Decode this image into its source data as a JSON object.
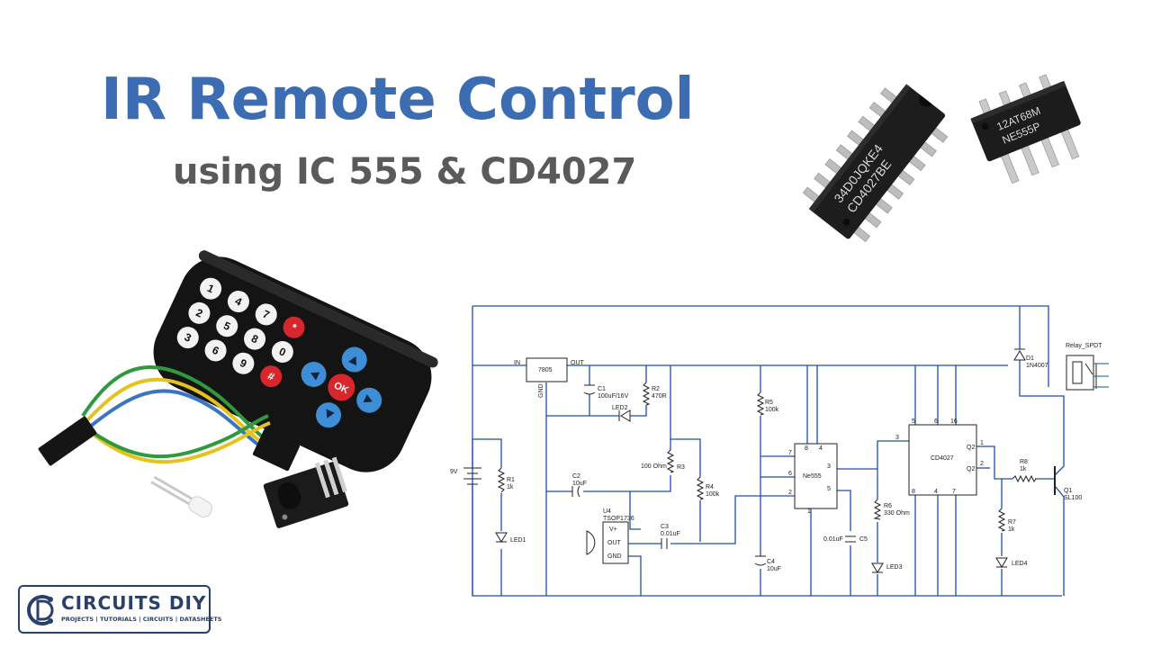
{
  "header": {
    "title": "IR Remote Control",
    "subtitle": "using IC 555 & CD4027"
  },
  "chips": {
    "cd4027_marking_1": "34D0JQKE4",
    "cd4027_marking_2": "CD4027BE",
    "ne555_marking_1": "12AT68M",
    "ne555_marking_2": "NE555P"
  },
  "remote": {
    "keys": [
      "1",
      "2",
      "3",
      "4",
      "5",
      "6",
      "7",
      "8",
      "9",
      "*",
      "0",
      "#"
    ],
    "ok_label": "OK"
  },
  "schematic": {
    "regulator": {
      "name": "7805",
      "in": "IN",
      "out": "OUT",
      "gnd": "GND"
    },
    "battery": "9V",
    "c1": {
      "name": "C1",
      "value": "100uF/16V"
    },
    "r2": {
      "name": "R2",
      "value": "470R"
    },
    "led2": "LED2",
    "r1": {
      "name": "R1",
      "value": "1k"
    },
    "led1": "LED1",
    "c2": {
      "name": "C2",
      "value": "10uF"
    },
    "r3": {
      "name": "R3",
      "value": "100 Ohm"
    },
    "r4": {
      "name": "R4",
      "value": "100k"
    },
    "u4": {
      "name": "U4",
      "part": "TSOP1736",
      "vplus": "V+",
      "out": "OUT",
      "gnd": "GND"
    },
    "c3": {
      "name": "C3",
      "value": "0.01uF"
    },
    "r5": {
      "name": "R5",
      "value": "100k"
    },
    "c4": {
      "name": "C4",
      "value": "10uF"
    },
    "ne555": {
      "name": "Ne555",
      "p7": "7",
      "p6": "6",
      "p2": "2",
      "p8": "8",
      "p4": "4",
      "p3": "3",
      "p5": "5",
      "p1": "1"
    },
    "c5": {
      "name": "C5",
      "value": "0.01uF"
    },
    "r6": {
      "name": "R6",
      "value": "330 Ohm"
    },
    "led3": "LED3",
    "cd4027": {
      "name": "CD4027",
      "p3": "3",
      "p5": "5",
      "p6": "6",
      "p16": "16",
      "p8": "8",
      "p4": "4",
      "p7": "7",
      "p1": "1",
      "p2": "2",
      "q2": "Q2",
      "q2b": "Q2"
    },
    "d1": {
      "name": "D1",
      "value": "1N4007"
    },
    "relay": "Relay_SPDT",
    "r8": {
      "name": "R8",
      "value": "1k"
    },
    "q1": {
      "name": "Q1",
      "value": "SL100"
    },
    "r7": {
      "name": "R7",
      "value": "1k"
    },
    "led4": "LED4"
  },
  "logo": {
    "name": "CIRCUITS DIY",
    "tagline": "PROJECTS | TUTORIALS | CIRCUITS | DATASHEETS"
  }
}
